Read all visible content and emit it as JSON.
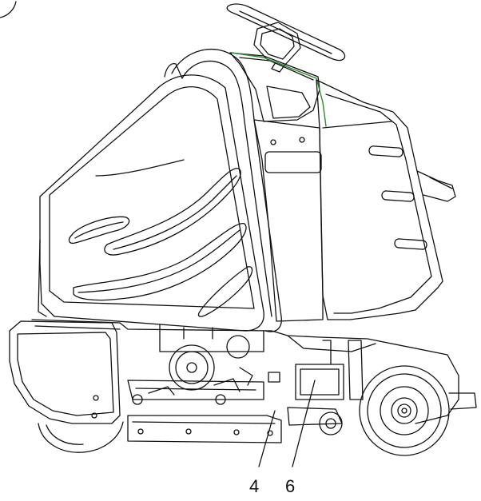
{
  "diagram": {
    "callouts": [
      {
        "id": "4",
        "label": "4"
      },
      {
        "id": "6",
        "label": "6"
      }
    ]
  },
  "colors": {
    "line": "#111111",
    "highlight": "#2e8b2e",
    "background": "#ffffff"
  }
}
